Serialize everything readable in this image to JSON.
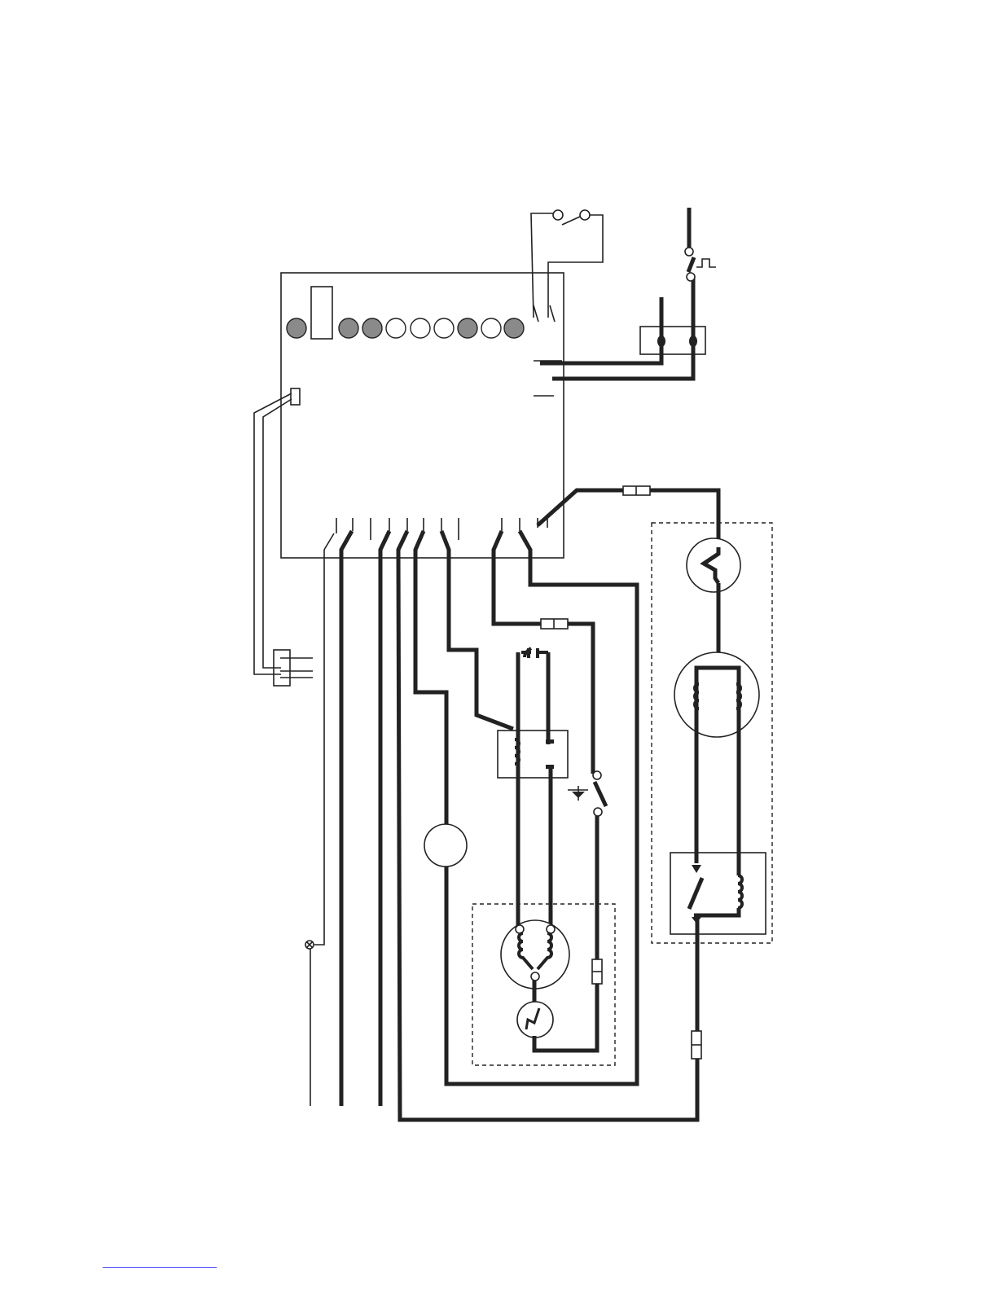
{
  "diagram": {
    "indicator_lights": [
      {
        "state": "on"
      },
      {
        "state": "on"
      },
      {
        "state": "on"
      },
      {
        "state": "off"
      },
      {
        "state": "off"
      },
      {
        "state": "off"
      },
      {
        "state": "on"
      },
      {
        "state": "off"
      },
      {
        "state": "on"
      }
    ],
    "colors": {
      "line": "#222222",
      "indicator_on": "#8a8a8a",
      "indicator_off": "#ffffff",
      "footer_rule": "#5a5aff"
    }
  }
}
